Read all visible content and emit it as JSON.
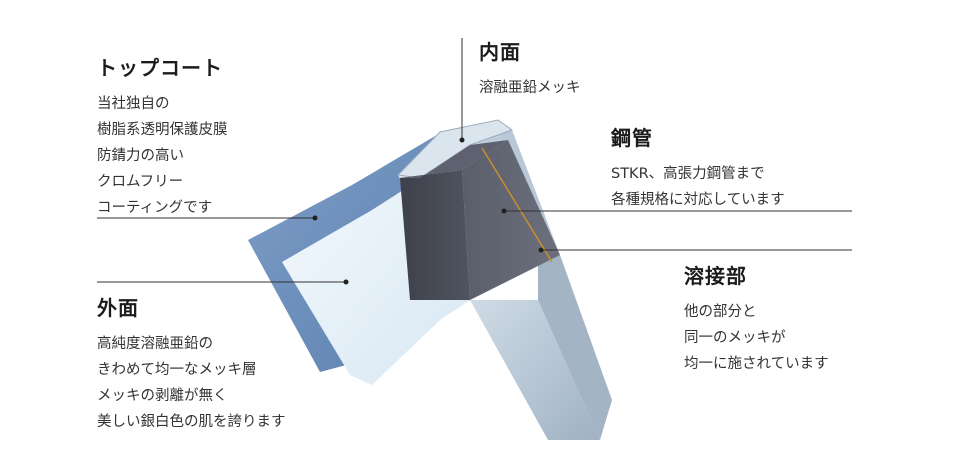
{
  "labels": {
    "top_coat": {
      "title": "トップコート",
      "lines": [
        "当社独自の",
        "樹脂系透明保護皮膜",
        "防錆力の高い",
        "クロムフリー",
        "コーティングです"
      ]
    },
    "outer": {
      "title": "外面",
      "lines": [
        "高純度溶融亜鉛の",
        "きわめて均一なメッキ層",
        "メッキの剥離が無く",
        "美しい銀白色の肌を誇ります"
      ]
    },
    "inner": {
      "title": "内面",
      "lines": [
        "溶融亜鉛メッキ"
      ]
    },
    "pipe": {
      "title": "鋼管",
      "lines": [
        "STKR、高張力鋼管まで",
        "各種規格に対応しています"
      ]
    },
    "weld": {
      "title": "溶接部",
      "lines": [
        "他の部分と",
        "同一のメッキが",
        "均一に施されています"
      ]
    }
  },
  "colors": {
    "top_coat_layer": "#6a8cb8",
    "outer_layer": "#e8f2fa",
    "steel_dark": "#454852",
    "galvanized_light": "#b9c8d6",
    "weld_line": "#c9902a",
    "leader_line": "#333333"
  }
}
